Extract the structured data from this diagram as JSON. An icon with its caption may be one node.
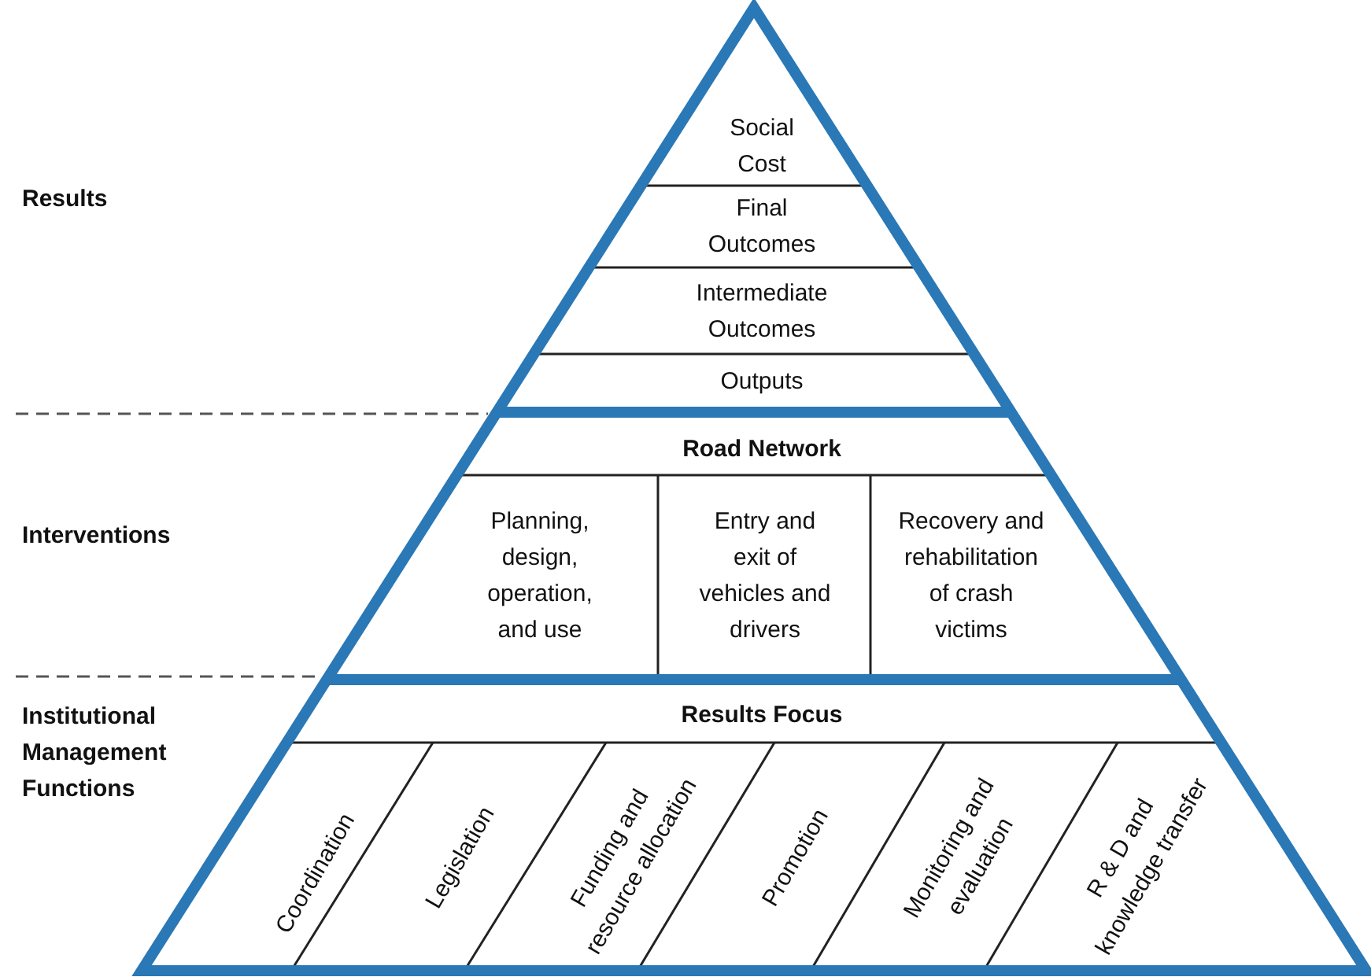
{
  "diagram": {
    "nodes": [
      {
        "text": [
          "Social Cost"
        ]
      },
      {
        "text": [
          "Final Outcomes"
        ]
      },
      {
        "text": [
          "Intermediate Outcomes"
        ]
      },
      {
        "text": [
          "Outputs"
        ]
      },
      {
        "text": [
          "Road Network"
        ]
      },
      {
        "text": [
          "Planning, design, operation, and use"
        ]
      },
      {
        "text": [
          "Entry and exit of vehicles and drivers"
        ]
      },
      {
        "text": [
          "Recovery and rehabilitation of crash victims"
        ]
      },
      {
        "text": [
          "Results Focus"
        ]
      },
      {
        "text": [
          "Coordination"
        ]
      },
      {
        "text": [
          "Legislation"
        ]
      },
      {
        "text": [
          "Funding and resource allocation"
        ]
      },
      {
        "text": [
          "Promotion"
        ]
      },
      {
        "text": [
          "Monitoring and evaluation"
        ]
      },
      {
        "text": [
          "R & D and knowledge transfer"
        ]
      }
    ],
    "edges": [],
    "labels": [
      "Results",
      "Interventions",
      "Institutional Management Functions"
    ]
  }
}
